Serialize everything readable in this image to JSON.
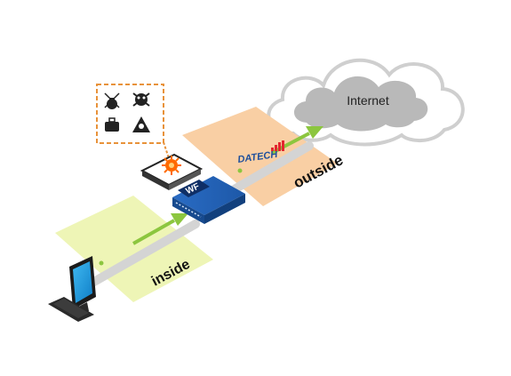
{
  "cloud": {
    "label": "Internet",
    "icon": "cloud-icon"
  },
  "zones": {
    "inside": {
      "label": "inside",
      "color": "#eef5b6"
    },
    "outside": {
      "label": "outside",
      "color": "#f9cfa4"
    }
  },
  "device": {
    "badge": "WF",
    "brand": "DATECH",
    "color": "#1e5bb0"
  },
  "threats": {
    "icons": [
      "spy-icon",
      "virus-icon",
      "briefcase-icon",
      "biohazard-icon"
    ],
    "border_color": "#e8923a"
  },
  "colors": {
    "path": "#d4d4d4",
    "arrow": "#8cc63f",
    "accent": "#ff6a00"
  },
  "computer": {
    "icon": "computer-icon"
  }
}
